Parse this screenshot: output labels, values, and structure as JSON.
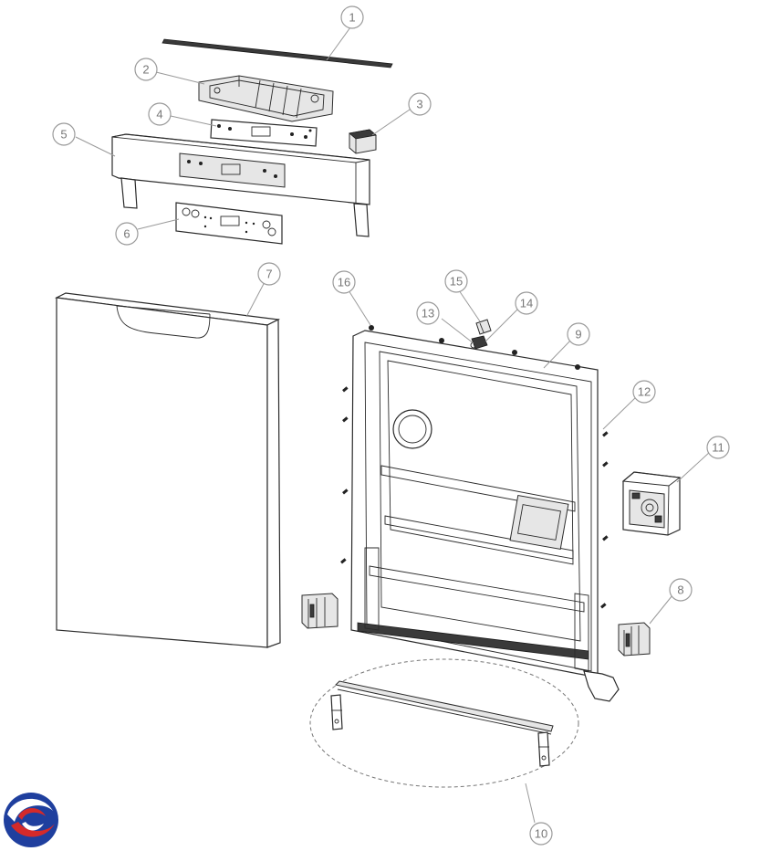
{
  "diagram": {
    "callouts": [
      {
        "id": "1",
        "label": "1"
      },
      {
        "id": "2",
        "label": "2"
      },
      {
        "id": "3",
        "label": "3"
      },
      {
        "id": "4",
        "label": "4"
      },
      {
        "id": "5",
        "label": "5"
      },
      {
        "id": "6",
        "label": "6"
      },
      {
        "id": "7",
        "label": "7"
      },
      {
        "id": "8",
        "label": "8"
      },
      {
        "id": "9",
        "label": "9"
      },
      {
        "id": "10",
        "label": "10"
      },
      {
        "id": "11",
        "label": "11"
      },
      {
        "id": "12",
        "label": "12"
      },
      {
        "id": "13",
        "label": "13"
      },
      {
        "id": "14",
        "label": "14"
      },
      {
        "id": "15",
        "label": "15"
      },
      {
        "id": "16",
        "label": "16"
      }
    ]
  },
  "logo": {
    "icon": "brand-swirl-icon",
    "colors": [
      "#1f3f9e",
      "#d42a2a"
    ]
  }
}
